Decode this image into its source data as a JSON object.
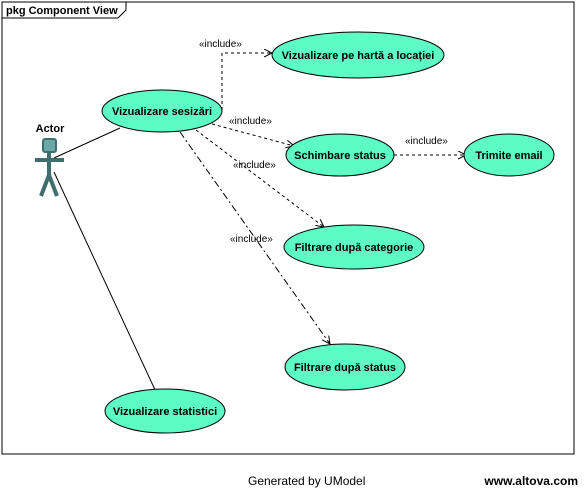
{
  "package": {
    "title": "pkg Component View"
  },
  "actor": {
    "label": "Actor",
    "icon": "stick-figure-actor-icon"
  },
  "use_cases": {
    "vizualizare_sesizari": "Vizualizare sesizări",
    "vizualizare_harta": "Vizualizare pe hartă a locației",
    "schimbare_status": "Schimbare status",
    "trimite_email": "Trimite email",
    "filtrare_categorie": "Filtrare după categorie",
    "filtrare_status": "Filtrare după status",
    "vizualizare_statistici": "Vizualizare statistici"
  },
  "relations": {
    "include_label": "«include»"
  },
  "colors": {
    "use_case_fill": "#5dfcc4",
    "use_case_stroke": "#000000",
    "actor_fill": "#6aa7a8",
    "actor_stroke": "#3f6e6f",
    "frame_stroke": "#000000"
  },
  "footer": {
    "generated": "Generated by UModel",
    "site": "www.altova.com"
  }
}
